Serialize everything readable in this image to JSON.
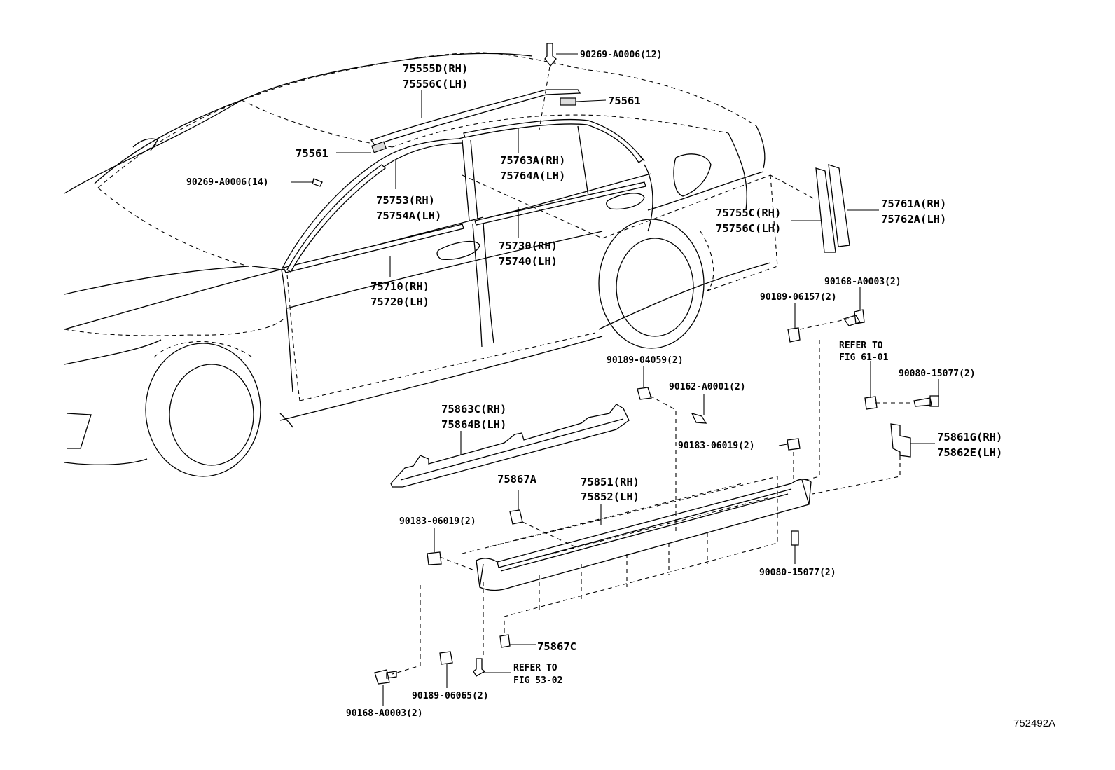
{
  "labels": {
    "p90269_top": "90269-A0006(12)",
    "p75555": "75555D(RH)",
    "p75556": "75556C(LH)",
    "p75561_right": "75561",
    "p75561_left": "75561",
    "p90269_left": "90269-A0006(14)",
    "p75763": "75763A(RH)",
    "p75764": "75764A(LH)",
    "p75753": "75753(RH)",
    "p75754": "75754A(LH)",
    "p75755": "75755C(RH)",
    "p75756": "75756C(LH)",
    "p75761": "75761A(RH)",
    "p75762": "75762A(LH)",
    "p75730": "75730(RH)",
    "p75740": "75740(LH)",
    "p75710": "75710(RH)",
    "p75720": "75720(LH)",
    "p90168_top": "90168-A0003(2)",
    "p90189_06157": "90189-06157(2)",
    "refer_top_1": "REFER TO",
    "refer_top_2": "FIG 61-01",
    "p90189_04059": "90189-04059(2)",
    "p90162": "90162-A0001(2)",
    "p90080_top": "90080-15077(2)",
    "p75863": "75863C(RH)",
    "p75864": "75864B(LH)",
    "p90183_right": "90183-06019(2)",
    "p75861": "75861G(RH)",
    "p75862": "75862E(LH)",
    "p75867A": "75867A",
    "p75851": "75851(RH)",
    "p75852": "75852(LH)",
    "p90183_left": "90183-06019(2)",
    "p90080_bottom": "90080-15077(2)",
    "p75867C": "75867C",
    "refer_bottom_1": "REFER TO",
    "refer_bottom_2": "FIG 53-02",
    "p90189_06065": "90189-06065(2)",
    "p90168_bottom": "90168-A0003(2)",
    "figure_id": "752492A"
  }
}
